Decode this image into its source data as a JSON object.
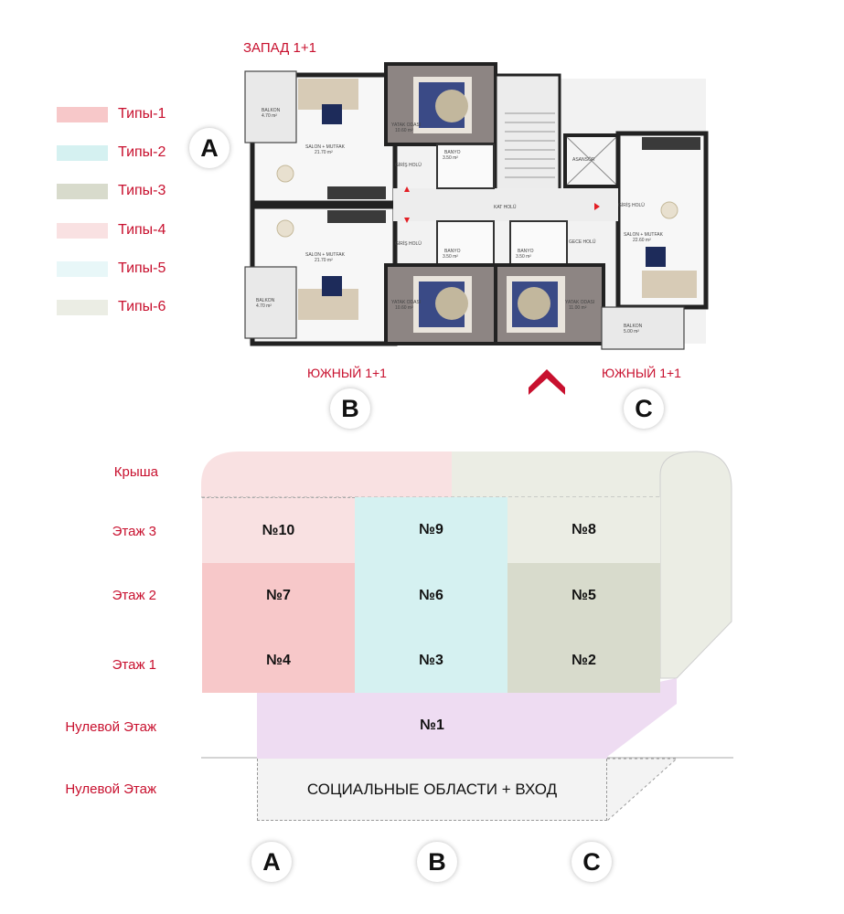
{
  "plan": {
    "west_label": "ЗАПАД 1+1",
    "south_b_label": "ЮЖНЫЙ 1+1",
    "south_c_label": "ЮЖНЫЙ 1+1",
    "section_a": "A",
    "section_b": "B",
    "section_c": "C",
    "rooms": {
      "balkon_a1": "BALKON",
      "balkon_a1_area": "4.70 m²",
      "salon_a1": "SALON + MUTFAK",
      "salon_a1_area": "21.70 m²",
      "yatak_a1": "YATAK ODASI",
      "yatak_a1_area": "10.60 m²",
      "banyo_a1": "BANYO",
      "banyo_a1_area": "3.50 m²",
      "giris_a1": "GİRİŞ HOLÜ",
      "asansor": "ASANSÖR",
      "kat_holu": "KAT HOLÜ",
      "giris_c": "GİRİŞ HOLÜ",
      "salon_c": "SALON + MUTFAK",
      "salon_c_area": "22.60 m²",
      "gece_holu": "GECE HOLÜ",
      "salon_b": "SALON + MUTFAK",
      "salon_b_area": "21.70 m²",
      "giris_b": "GİRİŞ HOLÜ",
      "banyo_b": "BANYO",
      "banyo_b_area": "3.50 m²",
      "banyo_c": "BANYO",
      "banyo_c_area": "3.50 m²",
      "balkon_b": "BALKON",
      "balkon_b_area": "4.70 m²",
      "yatak_b": "YATAK ODASI",
      "yatak_b_area": "10.60 m²",
      "yatak_c": "YATAK ODASI",
      "yatak_c_area": "11.00 m²",
      "balkon_c": "BALKON",
      "balkon_c_area": "5.00 m²"
    }
  },
  "legend": [
    {
      "label": "Типы-1",
      "color": "#f7c8c9"
    },
    {
      "label": "Типы-2",
      "color": "#d5f1f1"
    },
    {
      "label": "Типы-3",
      "color": "#d8dbcc"
    },
    {
      "label": "Типы-4",
      "color": "#f9e1e2"
    },
    {
      "label": "Типы-5",
      "color": "#e8f7f8"
    },
    {
      "label": "Типы-6",
      "color": "#ebede4"
    }
  ],
  "floors": {
    "roof": "Крыша",
    "floor3": "Этаж 3",
    "floor2": "Этаж 2",
    "floor1": "Этаж 1",
    "ground1": "Нулевой Этаж",
    "ground2": "Нулевой Этаж"
  },
  "units": {
    "u10": "№10",
    "u9": "№9",
    "u8": "№8",
    "u7": "№7",
    "u6": "№6",
    "u5": "№5",
    "u4": "№4",
    "u3": "№3",
    "u2": "№2",
    "u1": "№1"
  },
  "social": "СОЦИАЛЬНЫЕ ОБЛАСТИ + ВХОД",
  "bottom_sections": {
    "a": "A",
    "b": "B",
    "c": "C"
  },
  "colors": {
    "accent_red": "#c8102e"
  }
}
